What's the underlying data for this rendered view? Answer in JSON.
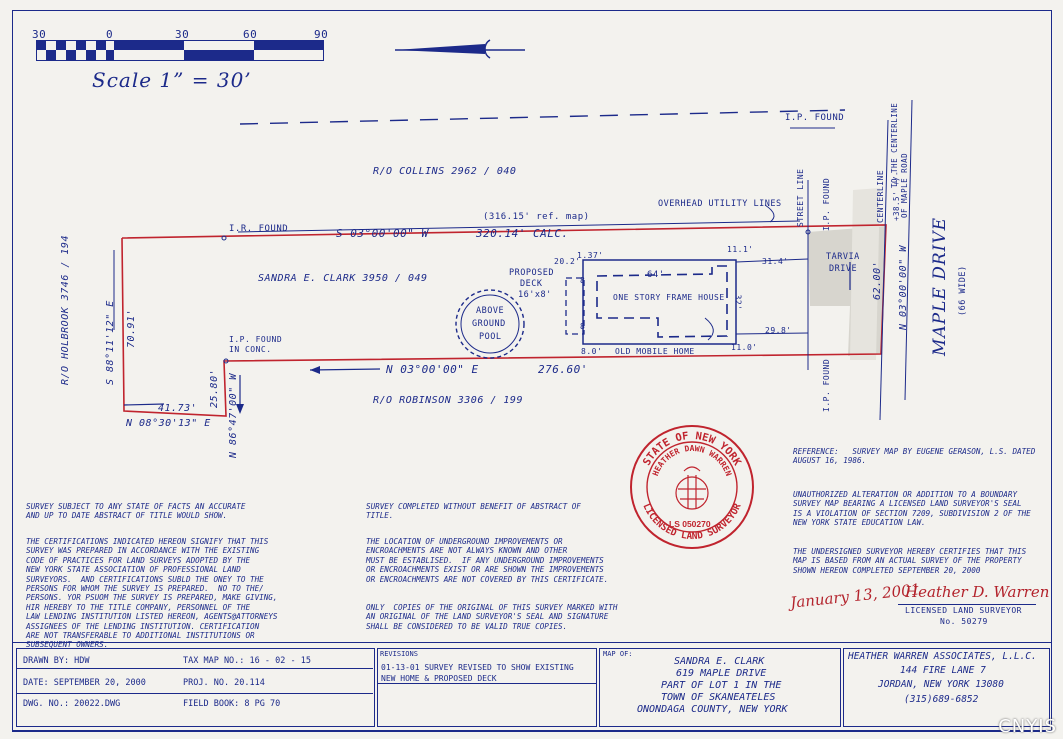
{
  "scale": {
    "ticks": [
      "30",
      "0",
      "30",
      "60",
      "90"
    ],
    "label": "Scale  1”  =  30’"
  },
  "labels": {
    "ip_found_top": "I.P. FOUND",
    "ro_collins": "R/O  COLLINS   2962  /  040",
    "ref_map": "(316.15' ref. map)",
    "north_bearing": "S  03°00'00\"  W",
    "north_dist": "320.14'  CALC.",
    "ir_found": "I.R. FOUND",
    "ro_holbrook": "R/O  HOLBROOK  3746  /  194",
    "west_bearing": "S  88°11'12\"  E",
    "west_dist": "70.91'",
    "sandra_parcel": "SANDRA   E.  CLARK   3950 / 049",
    "pool_l1": "ABOVE",
    "pool_l2": "GROUND",
    "pool_l3": "POOL",
    "proposed_deck_l1": "PROPOSED",
    "proposed_deck_l2": "DECK",
    "proposed_deck_l3": "16'x8'",
    "ip_found_conc_l1": "I.P. FOUND",
    "ip_found_conc_l2": "IN CONC.",
    "south_bearing": "N  03°00'00\"  E",
    "south_dist": "276.60'",
    "ro_robinson": "R/O  ROBINSON   3306 / 199",
    "jog_dist": "25.80'",
    "jog_bearing": "N  86°47'00\"  W",
    "sw_dist": "41.73'",
    "sw_bearing": "N  08°30'13\"  E",
    "overhead": "OVERHEAD  UTILITY  LINES",
    "street_line": "STREET LINE",
    "ip_found_ne": "I.P. FOUND",
    "ip_found_se": "I.P. FOUND",
    "centerline": "CENTERLINE",
    "centerline_to": "TO THE CENTERLINE",
    "centerline_of": "OF MAPLE ROAD",
    "centerline_dist": "+38.5' +/-",
    "tarvia_l1": "TARVIA",
    "tarvia_l2": "DRIVE",
    "east_dist": "62.00'",
    "east_bearing": "N  03°00'00\"  W",
    "maple_drive": "MAPLE  DRIVE",
    "maple_width": "(66 WIDE)",
    "house": "ONE STORY FRAME HOUSE",
    "old_mobile": "OLD MOBILE HOME",
    "d_64": "64'",
    "d_20_2": "20.2'",
    "d_1_37": "1.37'",
    "d_11_1": "11.1'",
    "d_31_4": "31.4'",
    "d_29_8": "29.8'",
    "d_11_0": "11.0'",
    "d_8_0": "8.0'",
    "d_8": "8",
    "d_32": "32'",
    "d_8b": "8"
  },
  "seal": {
    "top": "STATE OF NEW YORK",
    "name": "HEATHER DAWN WARREN",
    "bottom": "LICENSED LAND SURVEYOR",
    "number": "LS 050270"
  },
  "notes": {
    "left_1": "SURVEY SUBJECT TO ANY STATE OF FACTS AN ACCURATE\nAND UP TO DATE ABSTRACT OF TITLE WOULD SHOW.",
    "left_2": "THE CERTIFICATIONS INDICATED HEREON SIGNIFY THAT THIS\nSURVEY WAS PREPARED IN ACCORDANCE WITH THE EXISTING\nCODE OF PRACTICES FOR LAND SURVEYS ADOPTED BY THE\nNEW YORK STATE ASSOCIATION OF PROFESSIONAL LAND\nSURVEYORS.  AND CERTIFICATIONS SUBLD THE ONEY TO THE\nPERSONS FOR WHOM THE SURVEY IS PREPARED.  NO TO THE/\nPERSONS. YOR PSUOM THE SURVEY IS PREPARED, MAKE GIVING,\nHIR HEREBY TO THE TITLE COMPANY, PERSONNEL OF THE\nLAW LENDING INSTITUTION LISTED HEREON, AGENTS@ATTORNEYS\nASSIGNEES OF THE LENDING INSTITUTION. CERTIFICATION\nARE NOT TRANSFERABLE TO ADDITIONAL INSTITUTIONS OR\nSUBSEQUENT OWNERS.",
    "mid_1": "SURVEY COMPLETED WITHOUT BENEFIT OF ABSTRACT OF\nTITLE.",
    "mid_2": "THE LOCATION OF UNDERGROUND IMPROVEMENTS OR\nENCROACHMENTS ARE NOT ALWAYS KNOWN AND OTHER\nMUST BE ESTABLISED.  IF ANY UNDERGROUND IMPROVEMENTS\nOR ENCROACHMENTS EXIST OR ARE SHOWN THE IMPROVEMENTS\nOR ENCROACHMENTS ARE NOT COVERED BY THIS CERTIFICATE.",
    "mid_3": "ONLY  COPIES OF THE ORIGINAL OF THIS SURVEY MARKED WITH\nAN ORIGINAL OF THE LAND SURVEYOR'S SEAL AND SIGNATURE\nSHALL BE CONSIDERED TO BE VALID TRUE COPIES.",
    "right_1": "REFERENCE:   SURVEY MAP BY EUGENE GERASON, L.S. DATED\nAUGUST 16, 1986.",
    "right_2": "UNAUTHORIZED ALTERATION OR ADDITION TO A BOUNDARY\nSURVEY MAP BEARING A LICENSED LAND SURVEYOR'S SEAL\nIS A VIOLATION OF SECTION 7209, SUBDIVISION 2 OF THE\nNEW YORK STATE EDUCATION LAW.",
    "right_3": "THE UNDERSIGNED SURVEYOR HEREBY CERTIFIES THAT THIS\nMAP IS BASED FROM AN ACTUAL SURVEY OF THE PROPERTY\nSHOWN HEREON COMPLETED SEPTEMBER 20, 2000"
  },
  "signature": {
    "date": "January 13, 2001",
    "name": "Heather D. Warren",
    "title": "LICENSED LAND SURVEYOR",
    "no": "No. 50279"
  },
  "title_block": {
    "drawn_by": "DRAWN BY: HDW",
    "tax_map": "TAX MAP NO.: 16 - 02 - 15",
    "date": "DATE: SEPTEMBER 20, 2000",
    "proj_no": "PROJ. NO. 20.114",
    "dwg_no": "DWG. NO.: 20022.DWG",
    "field_book": "FIELD BOOK: 8 PG 70",
    "revisions_hdr": "REVISIONS",
    "rev_1": "01-13-01  SURVEY REVISED TO SHOW EXISTING",
    "rev_2": "NEW HOME & PROPOSED DECK",
    "map_of_hdr": "MAP OF:",
    "map_1": "SANDRA  E. CLARK",
    "map_2": "619  MAPLE  DRIVE",
    "map_3": "PART OF LOT 1 IN THE",
    "map_4": "TOWN OF SKANEATELES",
    "map_5": "ONONDAGA COUNTY, NEW YORK",
    "firm_1": "HEATHER WARREN ASSOCIATES, L.L.C.",
    "firm_2": "144 FIRE LANE 7",
    "firm_3": "JORDAN, NEW YORK 13080",
    "firm_4": "(315)689-6852"
  },
  "watermark": "CNYIS",
  "colors": {
    "ink": "#1c2a8a",
    "boundary": "#c0242e",
    "seal": "#c0242e",
    "paper": "#f3f2ee"
  }
}
